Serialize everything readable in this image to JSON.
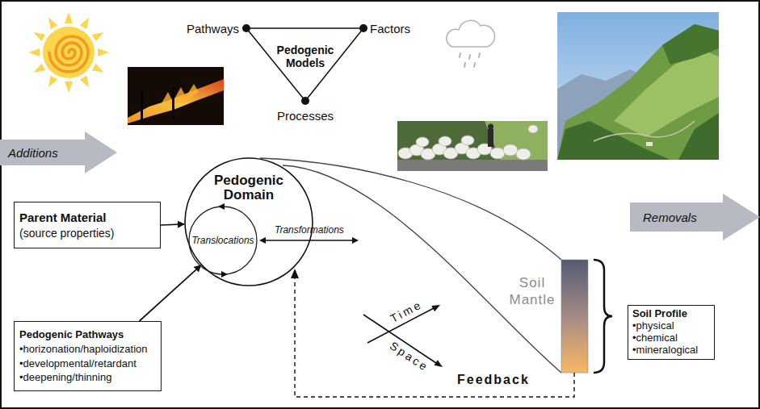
{
  "diagram": {
    "nodes": [
      {
        "text": [
          "Additions"
        ]
      },
      {
        "text": [
          "Parent Material",
          "(source properties)"
        ]
      },
      {
        "text": [
          "Pedogenic Domain"
        ]
      },
      {
        "text": [
          "Translocations"
        ],
        "in": 2
      },
      {
        "text": [
          "Removals"
        ]
      },
      {
        "text": [
          "Soil Profile",
          "•physical",
          "•chemical",
          "•mineralogical"
        ]
      },
      {
        "text": [
          "Pedogenic Pathways",
          "•horizonation/haploidization",
          "•developmental/retardant",
          "•deepening/thinning"
        ]
      }
    ],
    "edges": [
      {
        "from": 1,
        "to": 2,
        "arrow": "to"
      },
      {
        "from": 6,
        "to": 2,
        "arrow": "to"
      }
    ],
    "labels": [
      "Pathways",
      "Factors",
      "Pedogenic Models",
      "Processes",
      "Transformations",
      "Soil Mantle",
      "Time",
      "Space",
      "Feedback"
    ]
  }
}
